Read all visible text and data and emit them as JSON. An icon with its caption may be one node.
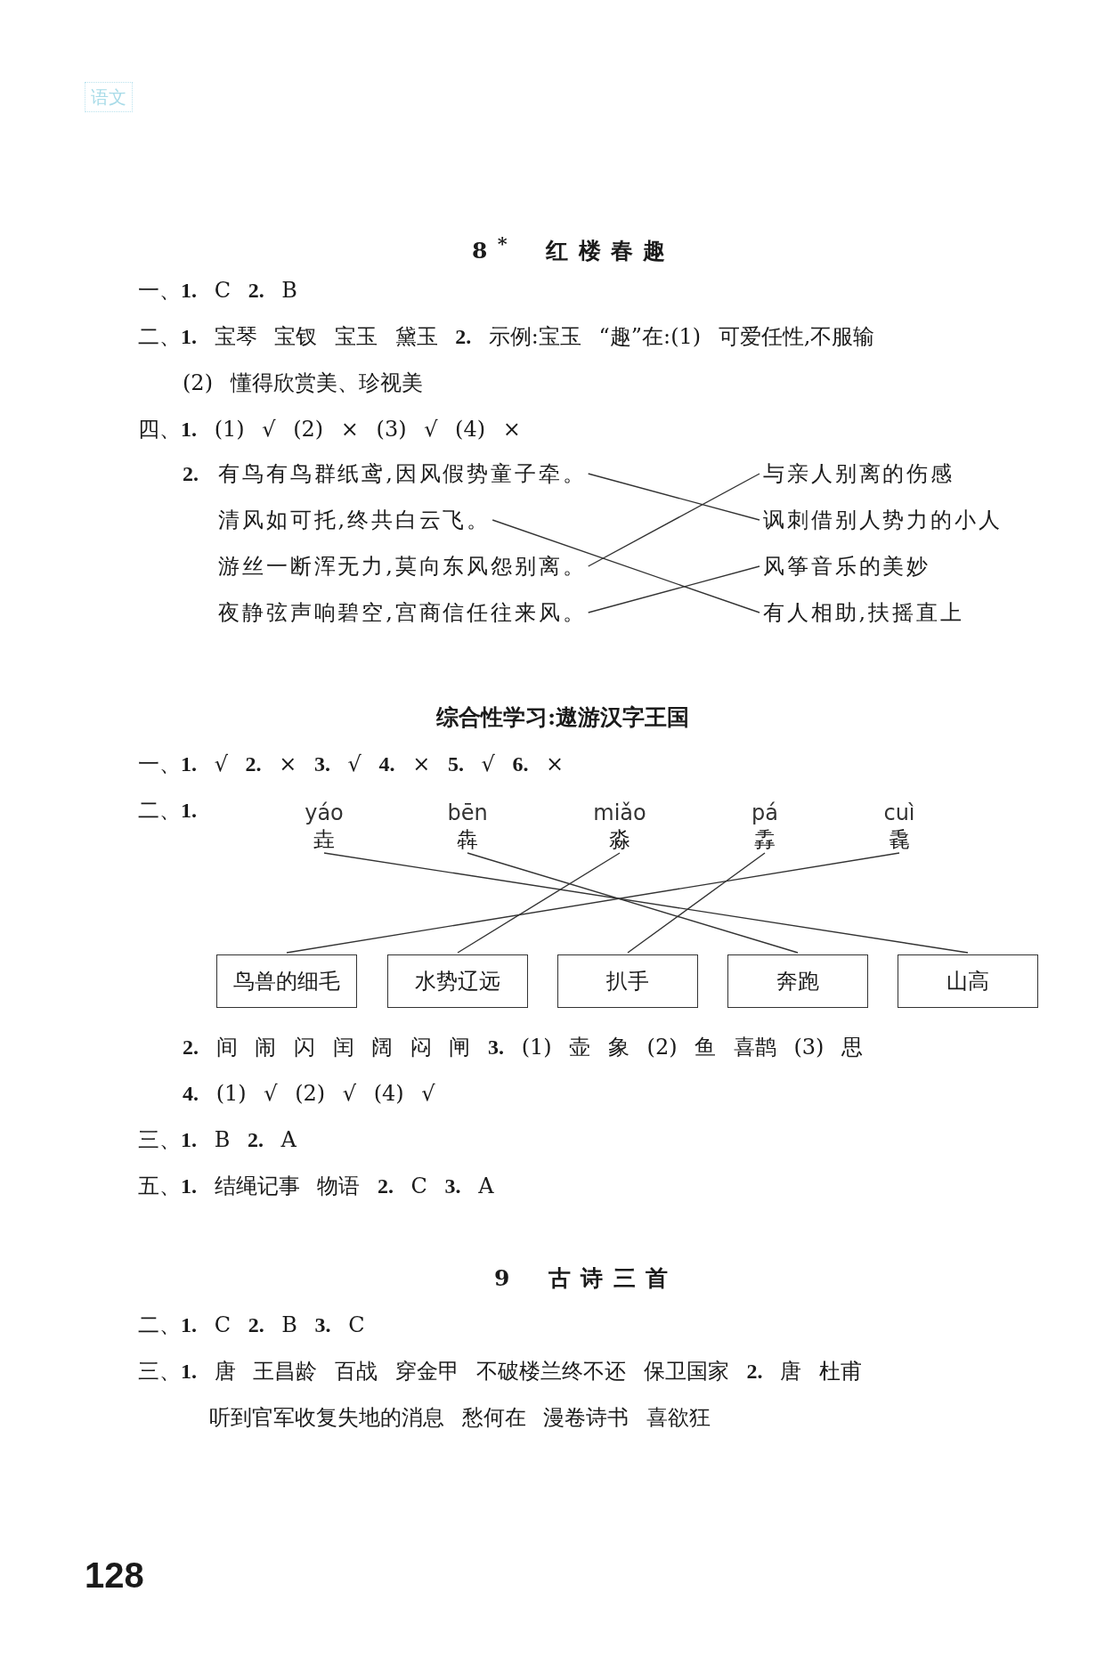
{
  "diagram": {
    "nodes": [
      {
        "text": [
          "有鸟有鸟群纸鸢,因风假势童子牵。"
        ]
      },
      {
        "text": [
          "清风如可托,终共白云飞。"
        ]
      },
      {
        "text": [
          "游丝一断浑无力,莫向东风怨别离。"
        ]
      },
      {
        "text": [
          "夜静弦声响碧空,宫商信任往来风。"
        ]
      },
      {
        "text": [
          "与亲人别离的伤感"
        ]
      },
      {
        "text": [
          "讽刺借别人势力的小人"
        ]
      },
      {
        "text": [
          "风筝音乐的美妙"
        ]
      },
      {
        "text": [
          "有人相助,扶摇直上"
        ]
      },
      {
        "text": [
          "yáo",
          "垚"
        ]
      },
      {
        "text": [
          "bēn",
          "犇"
        ]
      },
      {
        "text": [
          "miǎo",
          "淼"
        ]
      },
      {
        "text": [
          "pá",
          "掱"
        ]
      },
      {
        "text": [
          "cuì",
          "毳"
        ]
      },
      {
        "text": [
          "鸟兽的细毛"
        ]
      },
      {
        "text": [
          "水势辽远"
        ]
      },
      {
        "text": [
          "扒手"
        ]
      },
      {
        "text": [
          "奔跑"
        ]
      },
      {
        "text": [
          "山高"
        ]
      }
    ],
    "edges": [
      {
        "from": 0,
        "to": 5,
        "arrow": "none"
      },
      {
        "from": 1,
        "to": 7,
        "arrow": "none"
      },
      {
        "from": 2,
        "to": 4,
        "arrow": "none"
      },
      {
        "from": 3,
        "to": 6,
        "arrow": "none"
      },
      {
        "from": 8,
        "to": 17,
        "arrow": "none"
      },
      {
        "from": 9,
        "to": 16,
        "arrow": "none"
      },
      {
        "from": 10,
        "to": 14,
        "arrow": "none"
      },
      {
        "from": 11,
        "to": 15,
        "arrow": "none"
      },
      {
        "from": 12,
        "to": 13,
        "arrow": "none"
      }
    ],
    "labels": [
      "语文",
      "8$^{*}$ 红楼春趣",
      "一、**1.** C **2.** B",
      "二、**1.** 宝琴 宝钗 宝玉 黛玉 **2.** 示例:宝玉 “趣”在:(1) 可爱任性,不服输",
      "(2) 懂得欣赏美、珍视美",
      "四、**1.** (1) √ (2) × (3) √ (4) ×",
      "**2.**",
      "综合性学习:遨游汉字王国",
      "一、**1.** √ **2.** × **3.** √ **4.** × **5.** √ **6.** ×",
      "二、**1.**",
      "**2.** 间 闹 闪 闰 阔 闷 闸 **3.** (1) 壶 象 (2) 鱼 喜鹊 (3) 思",
      "**4.** (1) √ (2) √ (4) √",
      "三、**1.** B **2.** A",
      "五、**1.** 结绳记事 物语 **2.** C **3.** A",
      "9 古诗三首",
      "二、**1.** C **2.** B **3.** C",
      "三、**1.** 唐 王昌龄 百战 穿金甲 不破楼兰终不还 保卫国家 **2.** 唐 杜甫",
      "听到官军收复失地的消息 愁何在 漫卷诗书 喜欲狂",
      "128"
    ]
  }
}
